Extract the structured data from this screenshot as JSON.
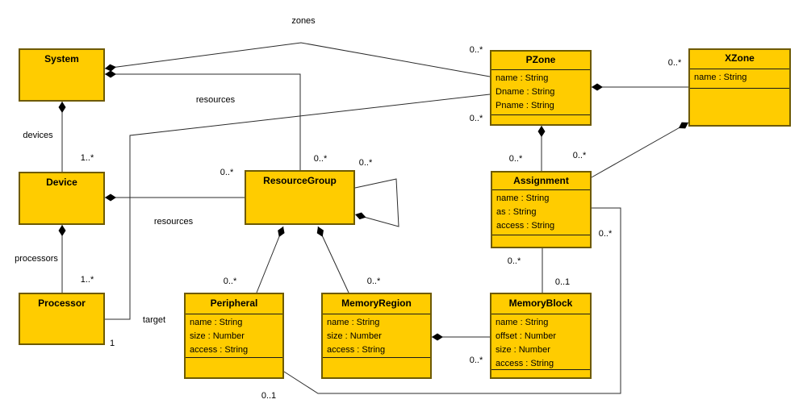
{
  "diagram": {
    "type": "uml-class-diagram",
    "classes": [
      {
        "name": "System",
        "attributes": []
      },
      {
        "name": "Device",
        "attributes": []
      },
      {
        "name": "Processor",
        "attributes": []
      },
      {
        "name": "ResourceGroup",
        "attributes": []
      },
      {
        "name": "Peripheral",
        "attributes": [
          "name : String",
          "size : Number",
          "access : String"
        ]
      },
      {
        "name": "MemoryRegion",
        "attributes": [
          "name : String",
          "size : Number",
          "access : String"
        ]
      },
      {
        "name": "MemoryBlock",
        "attributes": [
          "name : String",
          "offset : Number",
          "size : Number",
          "access : String"
        ]
      },
      {
        "name": "Assignment",
        "attributes": [
          "name : String",
          "as : String",
          "access : String"
        ]
      },
      {
        "name": "PZone",
        "attributes": [
          "name : String",
          "Dname : String",
          "Pname : String"
        ]
      },
      {
        "name": "XZone",
        "attributes": [
          "name : String"
        ]
      }
    ],
    "labels": [
      {
        "text": "zones"
      },
      {
        "text": "resources"
      },
      {
        "text": "devices"
      },
      {
        "text": "1..*"
      },
      {
        "text": "processors"
      },
      {
        "text": "1..*"
      },
      {
        "text": "resources"
      },
      {
        "text": "0..*"
      },
      {
        "text": "0..*"
      },
      {
        "text": "0..*"
      },
      {
        "text": "0..*"
      },
      {
        "text": "0..*"
      },
      {
        "text": "target"
      },
      {
        "text": "1"
      },
      {
        "text": "0..*"
      },
      {
        "text": "0..*"
      },
      {
        "text": "0..*"
      },
      {
        "text": "0..*"
      },
      {
        "text": "0..*"
      },
      {
        "text": "0..*"
      },
      {
        "text": "0..1"
      },
      {
        "text": "0..*"
      },
      {
        "text": "0..1"
      },
      {
        "text": "0..*"
      }
    ]
  },
  "colors": {
    "class_fill": "#FFCC00",
    "class_border": "#6E5A00",
    "edge_line": "#2B2B2B",
    "diamond_fill": "#000000",
    "background": "#FFFFFF"
  }
}
